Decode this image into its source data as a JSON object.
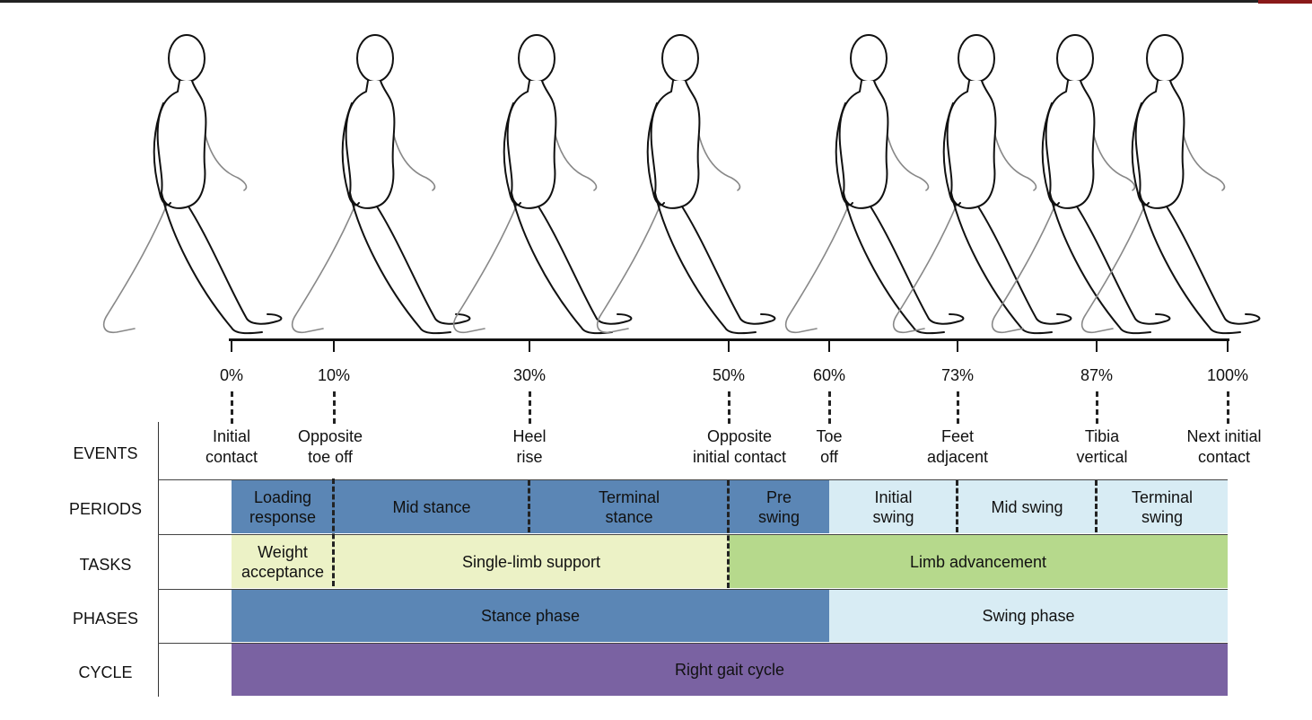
{
  "row_labels": [
    "EVENTS",
    "PERIODS",
    "TASKS",
    "PHASES",
    "CYCLE"
  ],
  "percent_labels": [
    "0%",
    "10%",
    "30%",
    "50%",
    "60%",
    "73%",
    "87%",
    "100%"
  ],
  "events": [
    [
      "Initial",
      "contact"
    ],
    [
      "Opposite",
      "toe off"
    ],
    [
      "Heel",
      "rise"
    ],
    [
      "Opposite",
      "initial contact"
    ],
    [
      "Toe",
      "off"
    ],
    [
      "Feet",
      "adjacent"
    ],
    [
      "Tibia",
      "vertical"
    ],
    [
      "Next initial",
      "contact"
    ]
  ],
  "periods": [
    [
      "Loading",
      "response"
    ],
    [
      "Mid stance"
    ],
    [
      "Terminal",
      "stance"
    ],
    [
      "Pre",
      "swing"
    ],
    [
      "Initial",
      "swing"
    ],
    [
      "Mid swing"
    ],
    [
      "Terminal",
      "swing"
    ]
  ],
  "tasks": [
    [
      "Weight",
      "acceptance"
    ],
    [
      "Single-limb support"
    ],
    [
      "Limb advancement"
    ]
  ],
  "phases": [
    "Stance phase",
    "Swing phase"
  ],
  "cycle": "Right gait cycle",
  "colors": {
    "stance_dark": "#5b86b5",
    "swing_light": "#d8ecf4",
    "weight_yellow": "#ecf2c6",
    "limb_green": "#b6d98c",
    "cycle_purple": "#7a62a2"
  }
}
